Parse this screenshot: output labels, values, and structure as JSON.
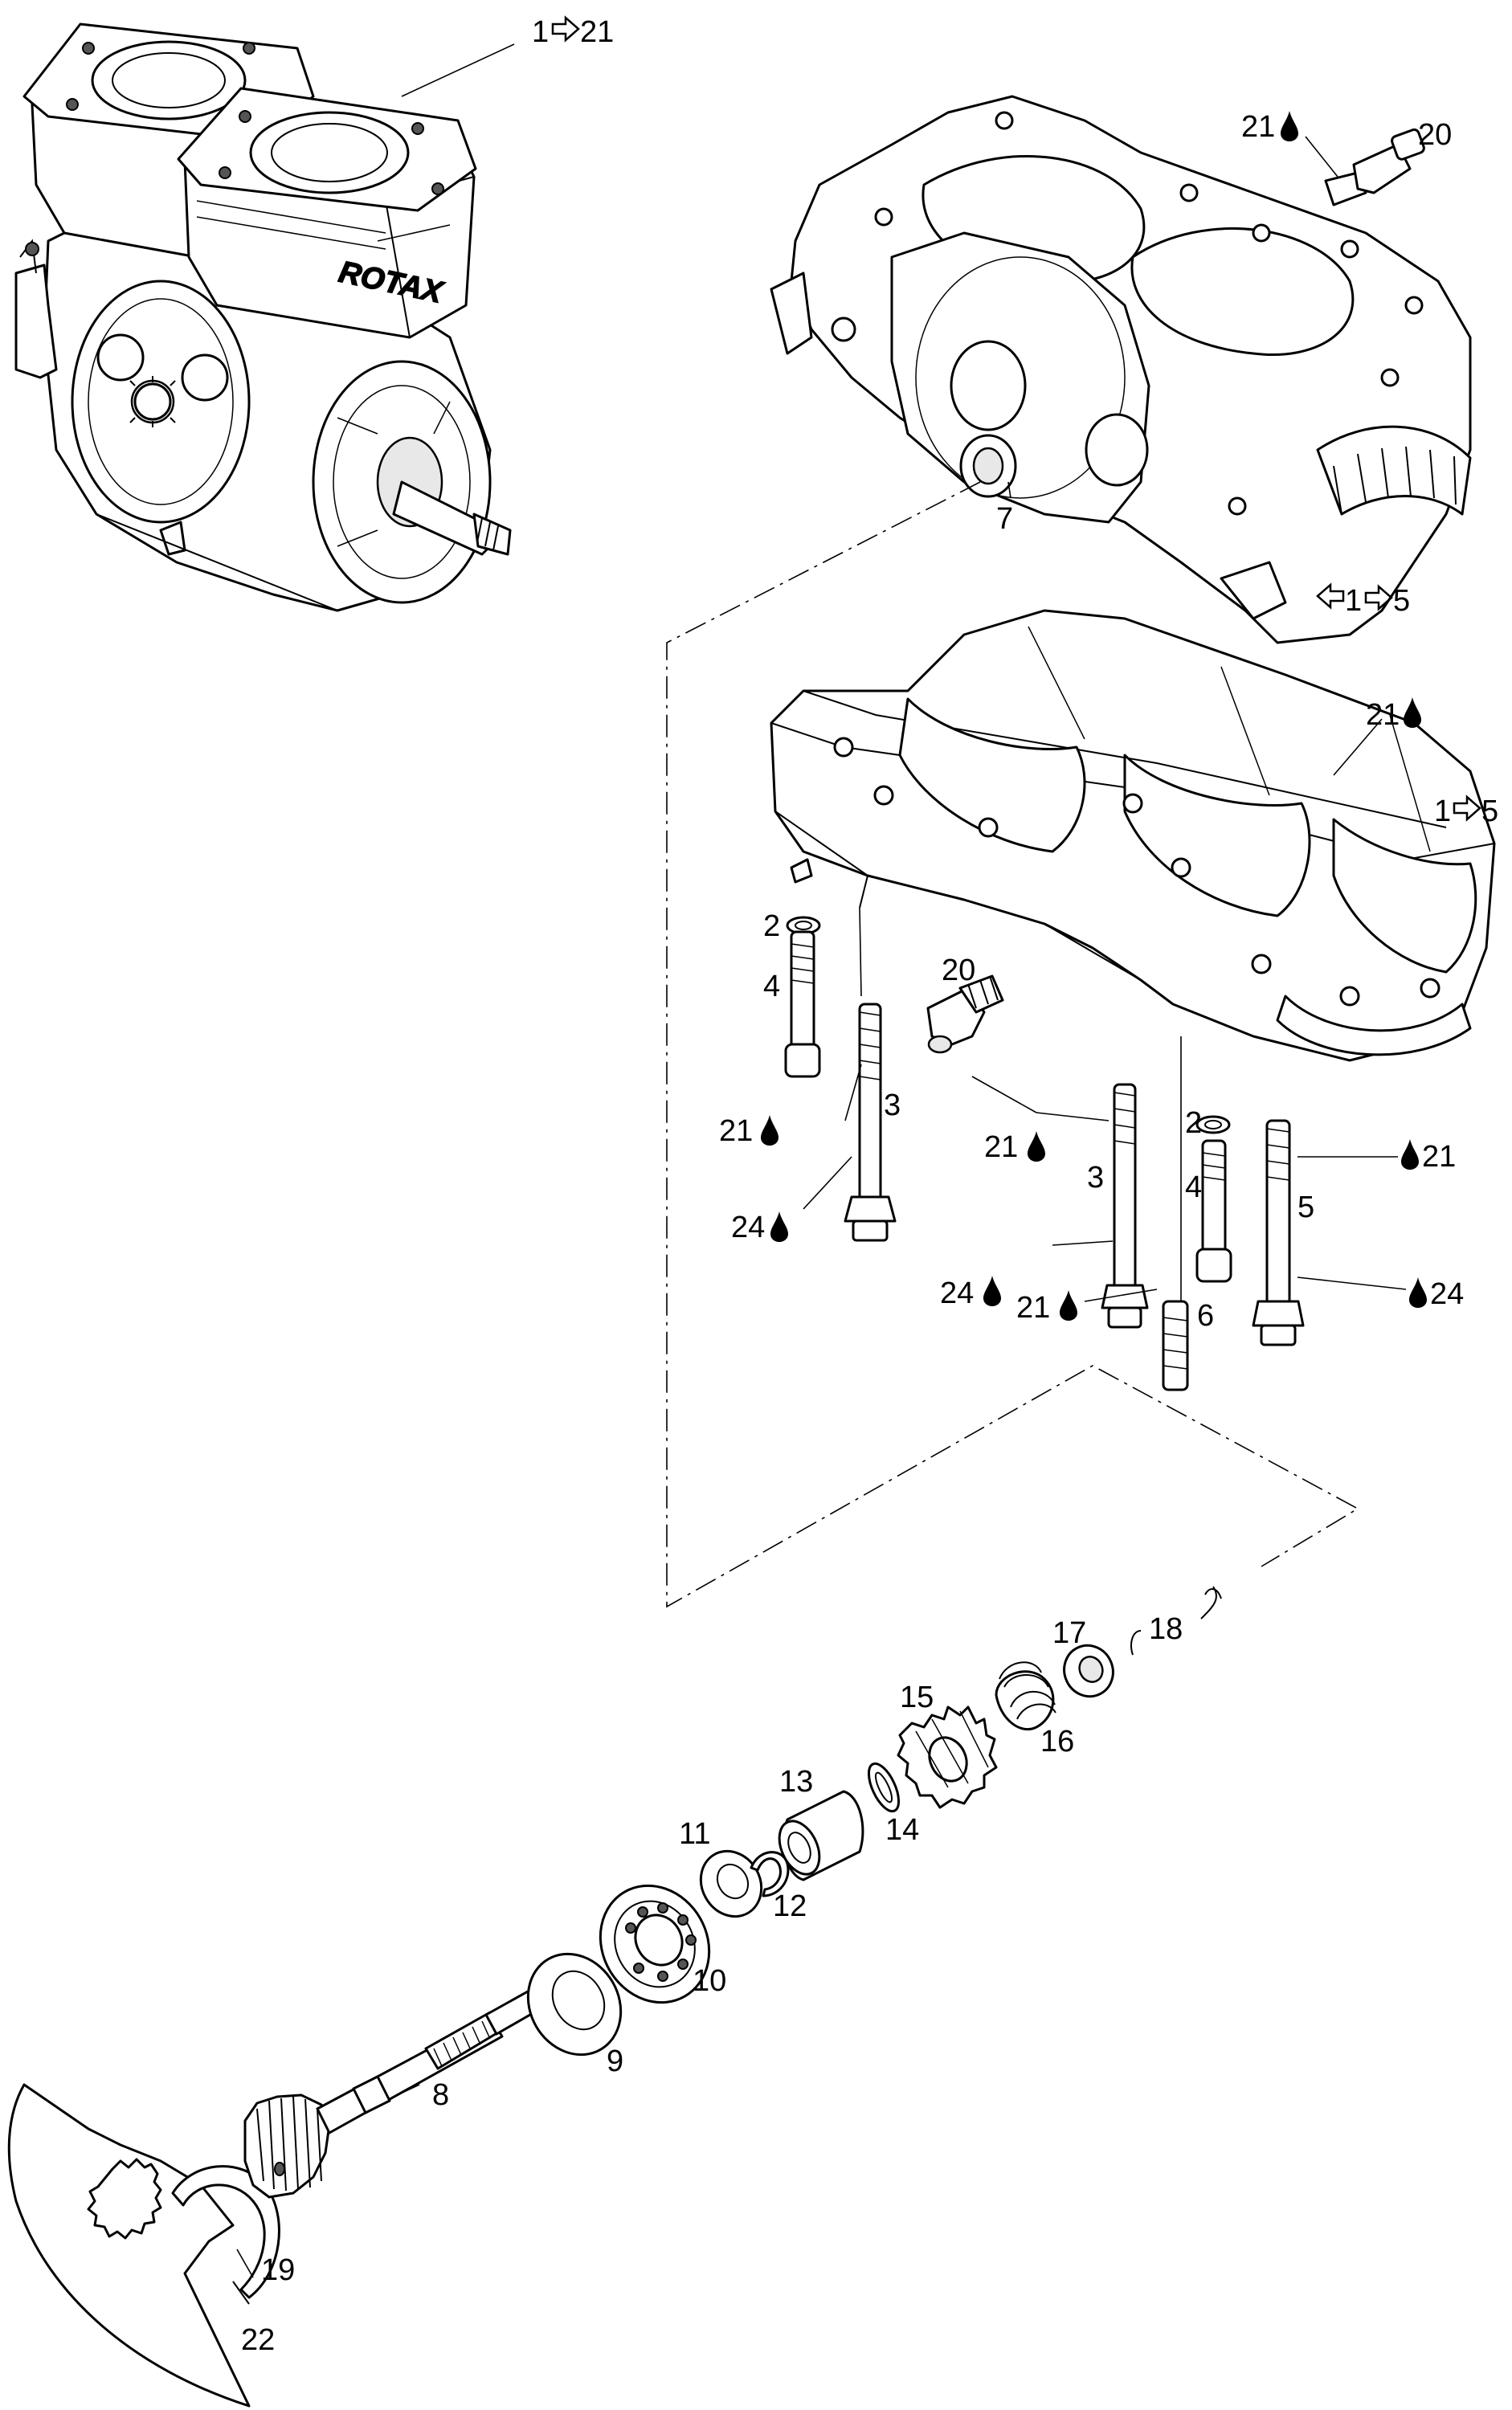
{
  "callouts": {
    "c1": "1",
    "c1_21": "21",
    "c20_top": "20",
    "c21_top": "21",
    "c7": "7",
    "c1b": "1",
    "c1b_5": "5",
    "c21_mid": "21",
    "c1c": "1",
    "c1c_5": "5",
    "c2_left": "2",
    "c4_left": "4",
    "c20_mid": "20",
    "c21_left": "21",
    "c3_left": "3",
    "c24_left": "24",
    "c21_center": "21",
    "c2_right": "2",
    "c3_right": "3",
    "c4_right": "4",
    "c5": "5",
    "c21_right": "21",
    "c24_center": "24",
    "c24_right": "24",
    "c21_low": "21",
    "c6": "6",
    "c17": "17",
    "c18": "18",
    "c15": "15",
    "c16": "16",
    "c13": "13",
    "c14": "14",
    "c11": "11",
    "c12": "12",
    "c10": "10",
    "c9": "9",
    "c8": "8",
    "c19": "19",
    "c22": "22"
  },
  "engraving": "ROTAX"
}
